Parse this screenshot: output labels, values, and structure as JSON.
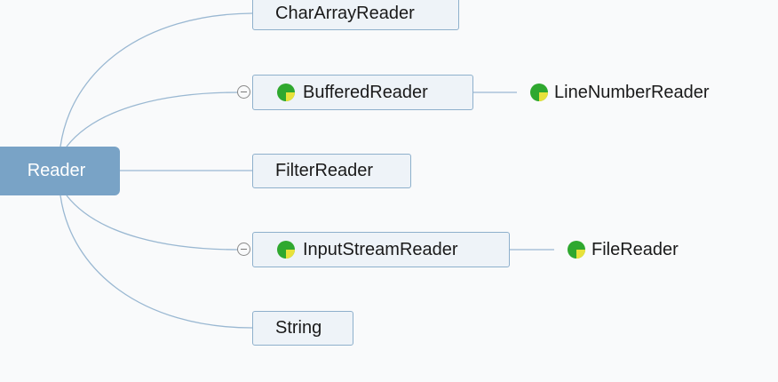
{
  "root": {
    "label": "Reader"
  },
  "children": [
    {
      "id": "chararray",
      "label": "CharArrayReader",
      "icon": "none"
    },
    {
      "id": "buffered",
      "label": "BufferedReader",
      "icon": "class-icon",
      "collapsible": true,
      "child": {
        "label": "LineNumberReader",
        "icon": "class-icon"
      }
    },
    {
      "id": "filter",
      "label": "FilterReader",
      "icon": "none"
    },
    {
      "id": "inputstream",
      "label": "InputStreamReader",
      "icon": "class-icon",
      "collapsible": true,
      "child": {
        "label": "FileReader",
        "icon": "class-icon"
      }
    },
    {
      "id": "string",
      "label": "String",
      "icon": "none"
    }
  ],
  "colors": {
    "root_fill": "#79a3c6",
    "node_fill": "#eef3f8",
    "node_border": "#8eb0cc",
    "connector": "#9ab8d2",
    "icon_green": "#2fa82f",
    "icon_yellow": "#e8e23a"
  }
}
